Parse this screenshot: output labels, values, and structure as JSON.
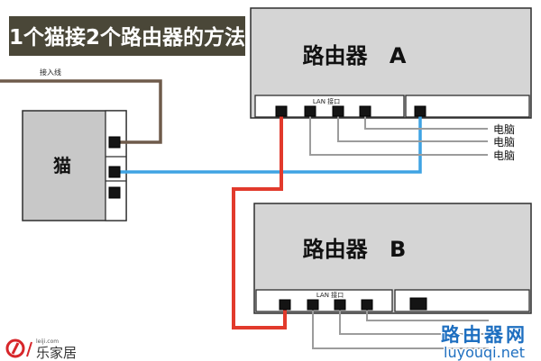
{
  "title": "1个猫接2个路由器的方法",
  "access_line": {
    "label": "接入线"
  },
  "modem": {
    "label": "猫"
  },
  "router_a": {
    "label": "路由器 A",
    "lan_label": "LAN 接口"
  },
  "router_b": {
    "label": "路由器 B",
    "lan_label": "LAN 接口"
  },
  "computers": [
    "电脑",
    "电脑",
    "电脑"
  ],
  "logo": {
    "icon": "lejiaju-logo-icon",
    "domain": "leiji.com",
    "brand": "乐家居"
  },
  "watermark": {
    "name": "路由器网",
    "url": "luyouqi.net"
  },
  "colors": {
    "title_background": "#4a4738",
    "access_line": "#6e5a4a",
    "modem_to_router_a": "#3fa3e3",
    "router_a_to_router_b": "#e23a2c",
    "computer_lines": "#9c9c9c",
    "watermark": "#1e6fc0"
  }
}
